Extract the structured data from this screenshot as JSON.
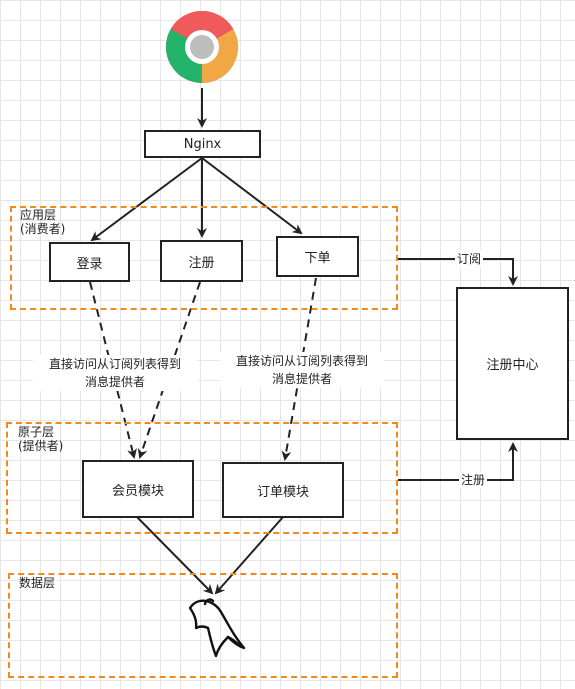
{
  "nodes": {
    "nginx": "Nginx",
    "login": "登录",
    "register": "注册",
    "order": "下单",
    "registry": "注册中心",
    "member_module": "会员模块",
    "order_module": "订单模块"
  },
  "layers": {
    "app": {
      "title": "应用层",
      "subtitle": "(消费者)"
    },
    "atom": {
      "title": "原子层",
      "subtitle": "(提供者)"
    },
    "data": {
      "title": "数据层"
    }
  },
  "notes": {
    "left_line1": "直接访问从订阅列表得到",
    "left_line2": "消息提供者",
    "right_line1": "直接访问从订阅列表得到",
    "right_line2": "消息提供者"
  },
  "edge_labels": {
    "subscribe": "订阅",
    "register": "注册"
  },
  "icons": {
    "browser": "chrome-browser-icon",
    "database": "mysql-dolphin-icon"
  },
  "colors": {
    "layer_border": "#f08a1c",
    "line": "#222222"
  }
}
